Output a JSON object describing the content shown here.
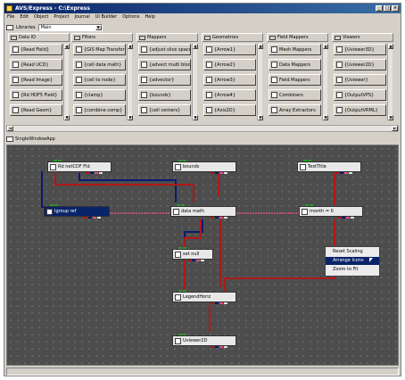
{
  "window": {
    "title": "AVS/Express - C:\\Express"
  },
  "menu": [
    "File",
    "Edit",
    "Object",
    "Project",
    "Journal",
    "UI Builder",
    "Options",
    "Help"
  ],
  "libraries": {
    "label": "Libraries",
    "selected": "Main"
  },
  "palette": [
    {
      "header": "Data IO",
      "items": [
        "{Read Field}",
        "{Read UCD}",
        "{Read Image}",
        "{Rd HDF5 Field}",
        "{Read Geom}"
      ]
    },
    {
      "header": "Filters",
      "items": [
        "{GIS Map Transfor",
        "{cell data math}",
        "{cell to node}",
        "{clamp}",
        "{combine comp}"
      ]
    },
    {
      "header": "Mappers",
      "items": [
        "{adjust slice space",
        "{advect multi block",
        "{advector}",
        "{bounds}",
        "{cell centers}"
      ]
    },
    {
      "header": "Geometries",
      "items": [
        "{Arrow1}",
        "{Arrow2}",
        "{Arrow3}",
        "{Arrow4}",
        "{Axis2D}"
      ]
    },
    {
      "header": "Field Mappers",
      "items": [
        "Mesh Mappers",
        "Data Mappers",
        "Field Mappers",
        "Combiners",
        "Array Extractors"
      ]
    },
    {
      "header": "Viewers",
      "items": [
        "{Uviewer3D}",
        "{Uviewer2D}",
        "{Uviewer}",
        "{OutputVPS}",
        "{OutputVRML}"
      ]
    }
  ],
  "app": {
    "name": "SingleWindowApp"
  },
  "nodes": [
    {
      "id": "rd-netcdf",
      "label": "Rd netCDF Fld"
    },
    {
      "id": "bounds",
      "label": "bounds"
    },
    {
      "id": "text-title",
      "label": "TextTitle"
    },
    {
      "id": "group-ref",
      "label": "Igroup ref"
    },
    {
      "id": "data-math",
      "label": "data math"
    },
    {
      "id": "month",
      "label": "month = 0"
    },
    {
      "id": "set-null",
      "label": "set null"
    },
    {
      "id": "legend-horiz",
      "label": "LegendHoriz"
    },
    {
      "id": "uviewer2d",
      "label": "Uviewer2D"
    }
  ],
  "context_menu": {
    "items": [
      "Reset Scaling",
      "Arrange Icons",
      "Zoom to Fit"
    ],
    "highlighted": "Arrange Icons"
  },
  "colors": {
    "canvas": "#4d4d4d",
    "wire_red": "#b01818",
    "wire_navy": "#0a1a70",
    "wire_pink": "#e05080",
    "title": "#0a246a"
  }
}
